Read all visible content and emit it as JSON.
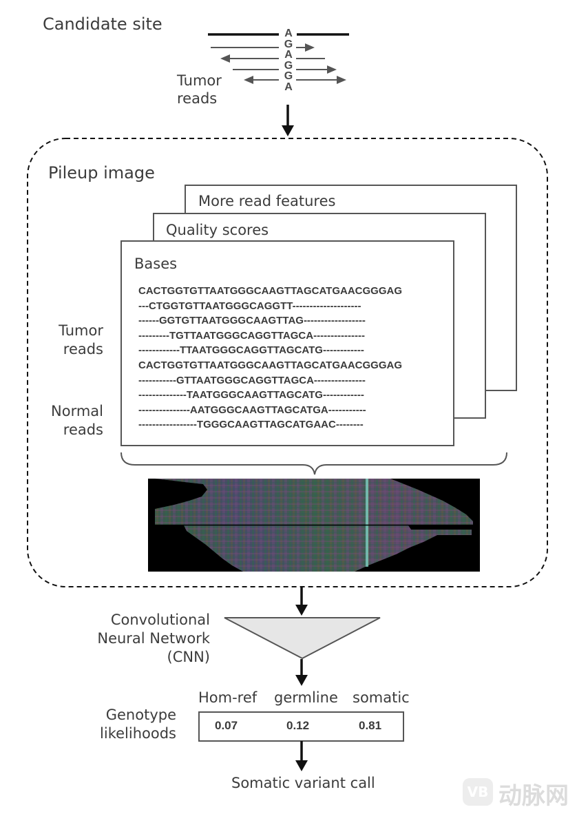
{
  "candidate_site": {
    "title": "Candidate site",
    "bases": [
      "A",
      "G",
      "A",
      "G",
      "G",
      "A"
    ],
    "tumor_reads_label": [
      "Tumor",
      "reads"
    ]
  },
  "pileup": {
    "title": "Pileup image",
    "layers": {
      "back": "More read features",
      "middle": "Quality scores",
      "front": "Bases"
    },
    "side_labels": {
      "tumor": [
        "Tumor",
        "reads"
      ],
      "normal": [
        "Normal",
        "reads"
      ]
    },
    "sequences": [
      "CACTGGTGTTAATGGGCAAGTTAGCATGAACGGGAG",
      "---CTGGTGTTAATGGGCAGGTT--------------------",
      "------GGTGTTAATGGGCAAGTTAG------------------",
      "---------TGTTAATGGGCAGGTTAGCA---------------",
      "------------TTAATGGGCAGGTTAGCATG------------",
      "CACTGGTGTTAATGGGCAAGTTAGCATGAACGGGAG",
      "-----------GTTAATGGGCAGGTTAGCA---------------",
      "--------------TAATGGGCAAGTTAGCATG------------",
      "---------------AATGGGCAAGTTAGCATGA-----------",
      "-----------------TGGGCAAGTTAGCATGAAC--------"
    ]
  },
  "cnn": {
    "label": [
      "Convolutional",
      "Neural Network",
      "(CNN)"
    ]
  },
  "genotype": {
    "label": [
      "Genotype",
      "likelihoods"
    ],
    "classes": [
      "Hom-ref",
      "germline",
      "somatic"
    ],
    "values": [
      "0.07",
      "0.12",
      "0.81"
    ]
  },
  "output": {
    "label": "Somatic variant call"
  },
  "watermark": {
    "logo_text": "VB",
    "text": "动脉网"
  },
  "colors": {
    "line": "#111111",
    "text": "#3c3c3c",
    "triangle_fill": "#e6e6e6"
  }
}
